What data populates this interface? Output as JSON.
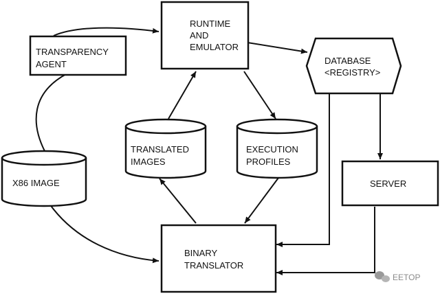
{
  "nodes": {
    "runtime": {
      "line1": "RUNTIME",
      "line2": "AND",
      "line3": "EMULATOR"
    },
    "transparency": {
      "line1": "TRANSPARENCY",
      "line2": "AGENT"
    },
    "database": {
      "line1": "DATABASE",
      "line2": "<REGISTRY>"
    },
    "translated_images": {
      "line1": "TRANSLATED",
      "line2": "IMAGES"
    },
    "execution_profiles": {
      "line1": "EXECUTION",
      "line2": "PROFILES"
    },
    "x86": {
      "line1": "X86 IMAGE"
    },
    "server": {
      "line1": "SERVER"
    },
    "binary_translator": {
      "line1": "BINARY",
      "line2": "TRANSLATOR"
    }
  },
  "watermark": {
    "text": "EETOP"
  }
}
